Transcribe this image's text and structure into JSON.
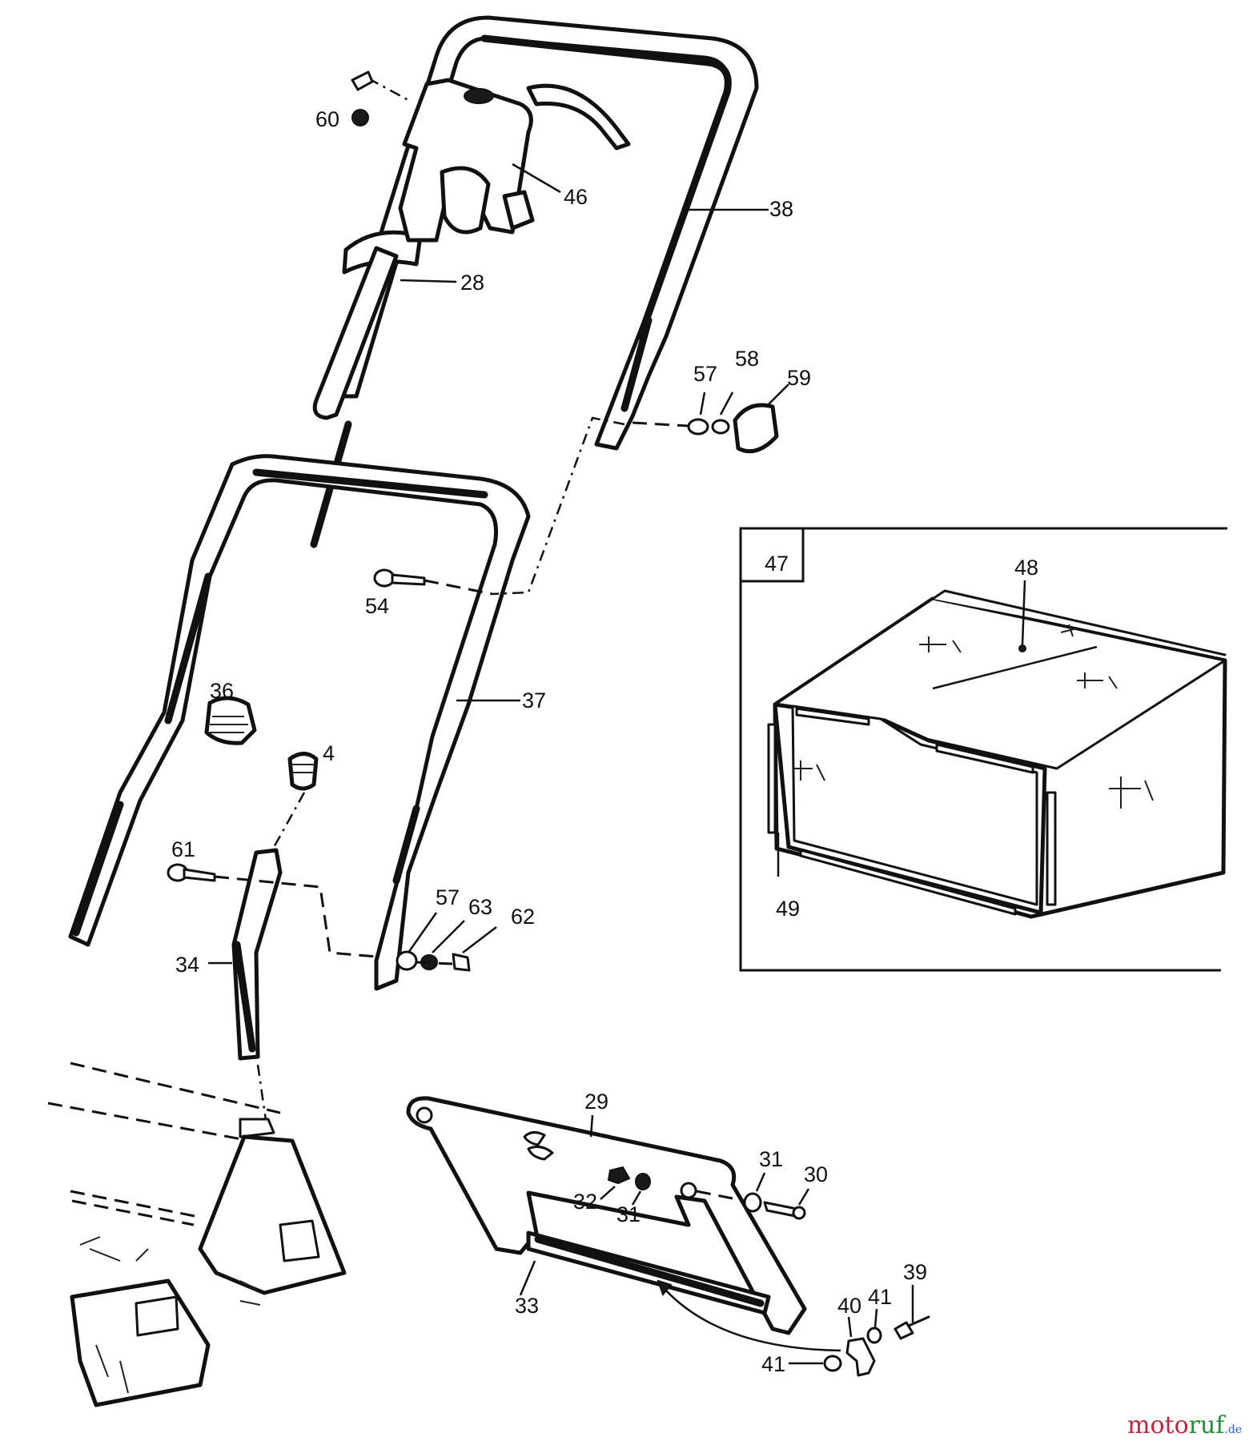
{
  "callouts": {
    "c60": "60",
    "c46": "46",
    "c38": "38",
    "c28": "28",
    "c57a": "57",
    "c58": "58",
    "c59": "59",
    "c47": "47",
    "c48": "48",
    "c49": "49",
    "c54": "54",
    "c36": "36",
    "c37": "37",
    "c4": "4",
    "c61": "61",
    "c57b": "57",
    "c63": "63",
    "c62": "62",
    "c34": "34",
    "c29": "29",
    "c31a": "31",
    "c30": "30",
    "c32": "32",
    "c31b": "31",
    "c33": "33",
    "c40": "40",
    "c41a": "41",
    "c39": "39",
    "c41b": "41"
  },
  "watermark": {
    "brand_red": "moto",
    "brand_green": "ruf",
    "tld": ".de",
    "colors": {
      "red": "#b8283e",
      "green": "#2a8a3a",
      "blue": "#1f5fb5"
    }
  }
}
